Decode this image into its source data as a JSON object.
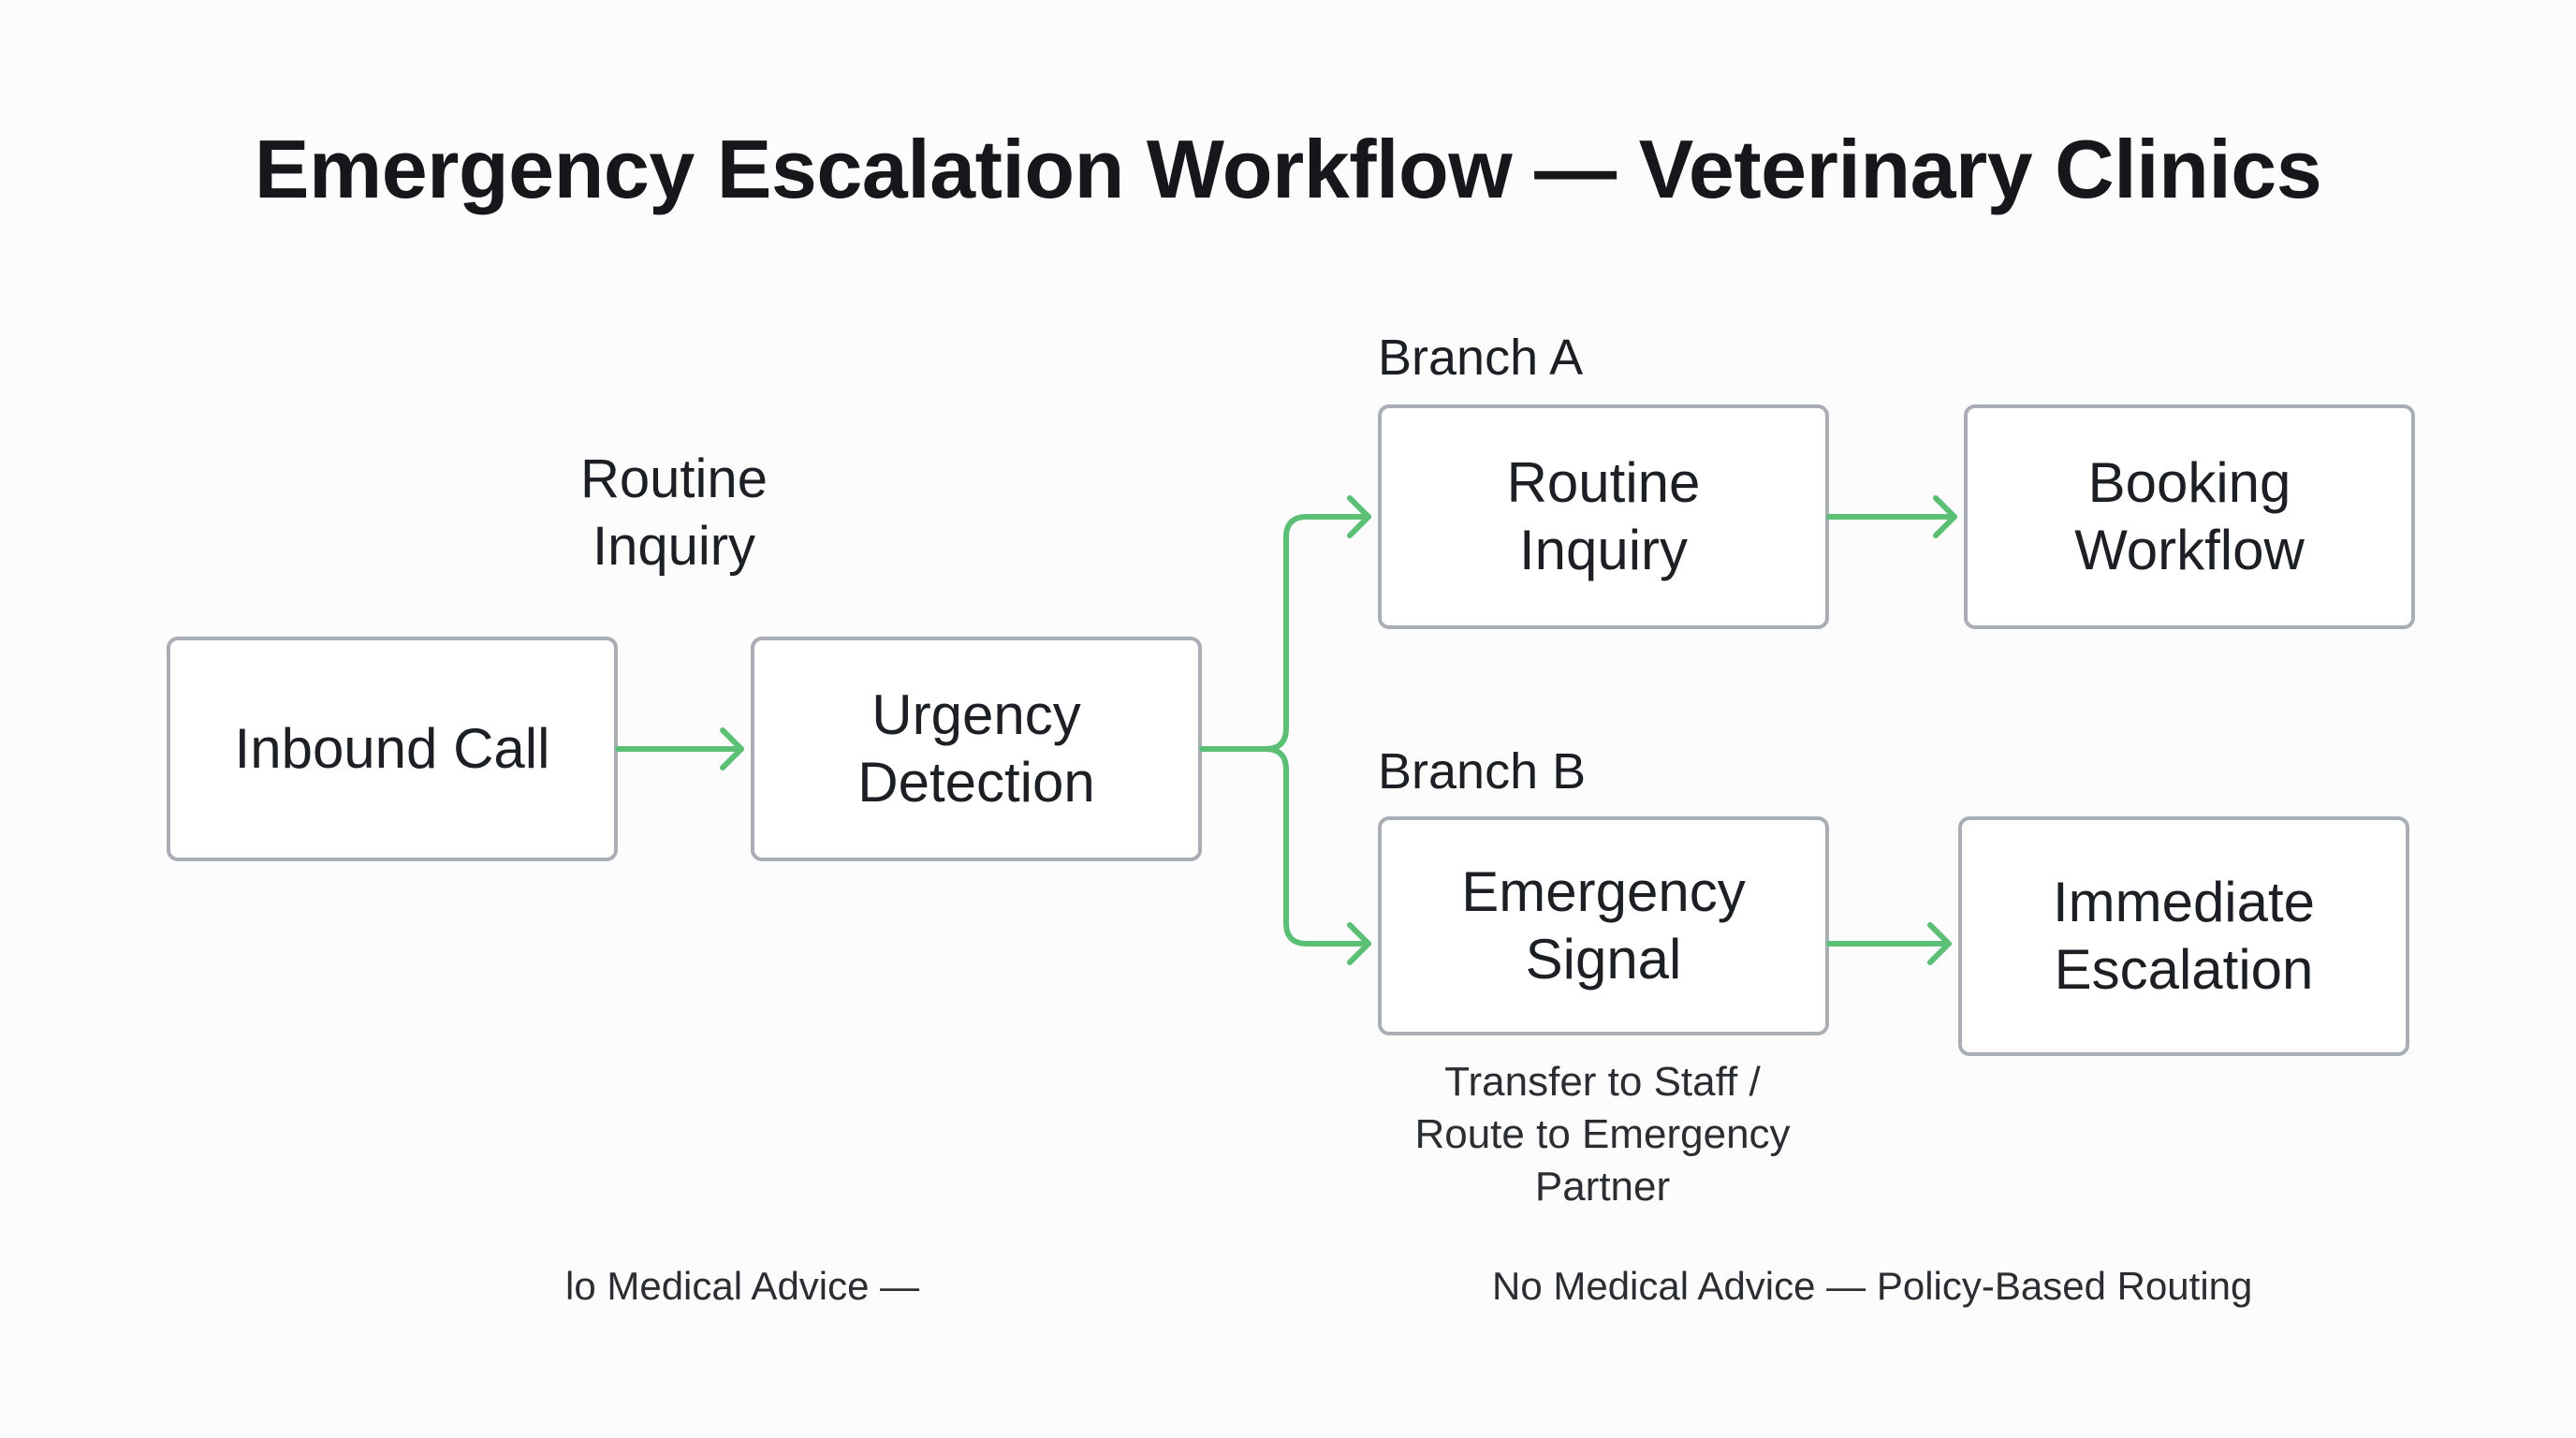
{
  "title": "Emergency Escalation Workflow — Veterinary Clinics",
  "nodes": {
    "inbound_call": "Inbound Call",
    "urgency_detection": "Urgency\nDetection",
    "routine_inquiry": "Routine\nInquiry",
    "booking_workflow": "Booking\nWorkflow",
    "emergency_signal": "Emergency\nSignal",
    "immediate_escalation": "Immediate\nEscalation"
  },
  "labels": {
    "floating_routine_inquiry": "Routine\nInquiry",
    "branch_a": "Branch A",
    "branch_b": "Branch B",
    "transfer_note": "Transfer to Staff /\nRoute to Emergency\nPartner"
  },
  "footer": {
    "left_clipped": "lo Medical Advice — ",
    "right": "No Medical Advice — Policy-Based Routing"
  },
  "colors": {
    "connector": "#5cbf76",
    "box_border": "#a9aeb4",
    "background": "#fcfcfc"
  }
}
